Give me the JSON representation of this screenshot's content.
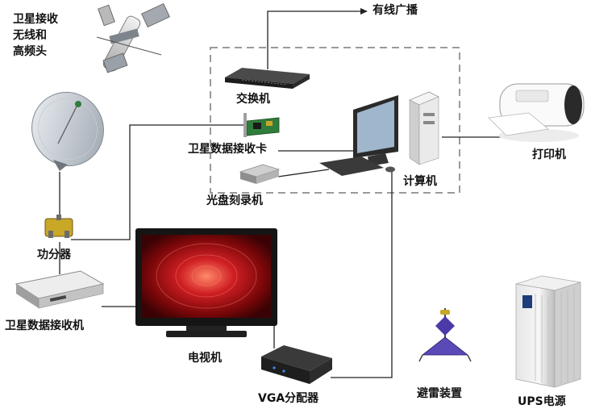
{
  "labels": {
    "satellite_source": "卫星接收\n无线和\n高频头",
    "wired_broadcast": "有线广播",
    "switch": "交换机",
    "capture_card": "卫星数据接收卡",
    "disc_burner": "光盘刻录机",
    "computer": "计算机",
    "printer": "打印机",
    "splitter": "功分器",
    "receiver": "卫星数据接收机",
    "tv": "电视机",
    "vga_splitter": "VGA分配器",
    "lightning_arrester": "避雷装置",
    "ups": "UPS电源"
  },
  "colors": {
    "line": "#222222",
    "dashed_frame": "#9a9a9a",
    "tv_screen": "#b0121a",
    "device_dark": "#2b2b2b",
    "device_light": "#d9d9d9",
    "card_green": "#2f7d3a"
  }
}
